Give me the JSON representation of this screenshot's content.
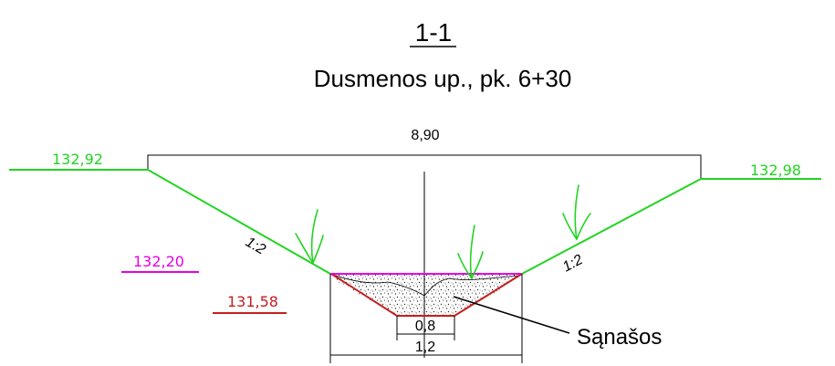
{
  "section_id": "1-1",
  "subtitle": "Dusmenos up., pk. 6+30",
  "dimensions": {
    "top_width": "8,90",
    "inner_width": "0,8",
    "bottom_width": "1,2"
  },
  "elevations": {
    "left_bank": "132,92",
    "right_bank": "132,98",
    "water_level": "132,20",
    "bottom": "131,58"
  },
  "slopes": {
    "left": "1:2",
    "right": "1:2"
  },
  "callout": "Sąnašos",
  "colors": {
    "bank_line": "#22d422",
    "water_level": "#e600e6",
    "bottom": "#c41e1e",
    "ink": "#000000"
  }
}
